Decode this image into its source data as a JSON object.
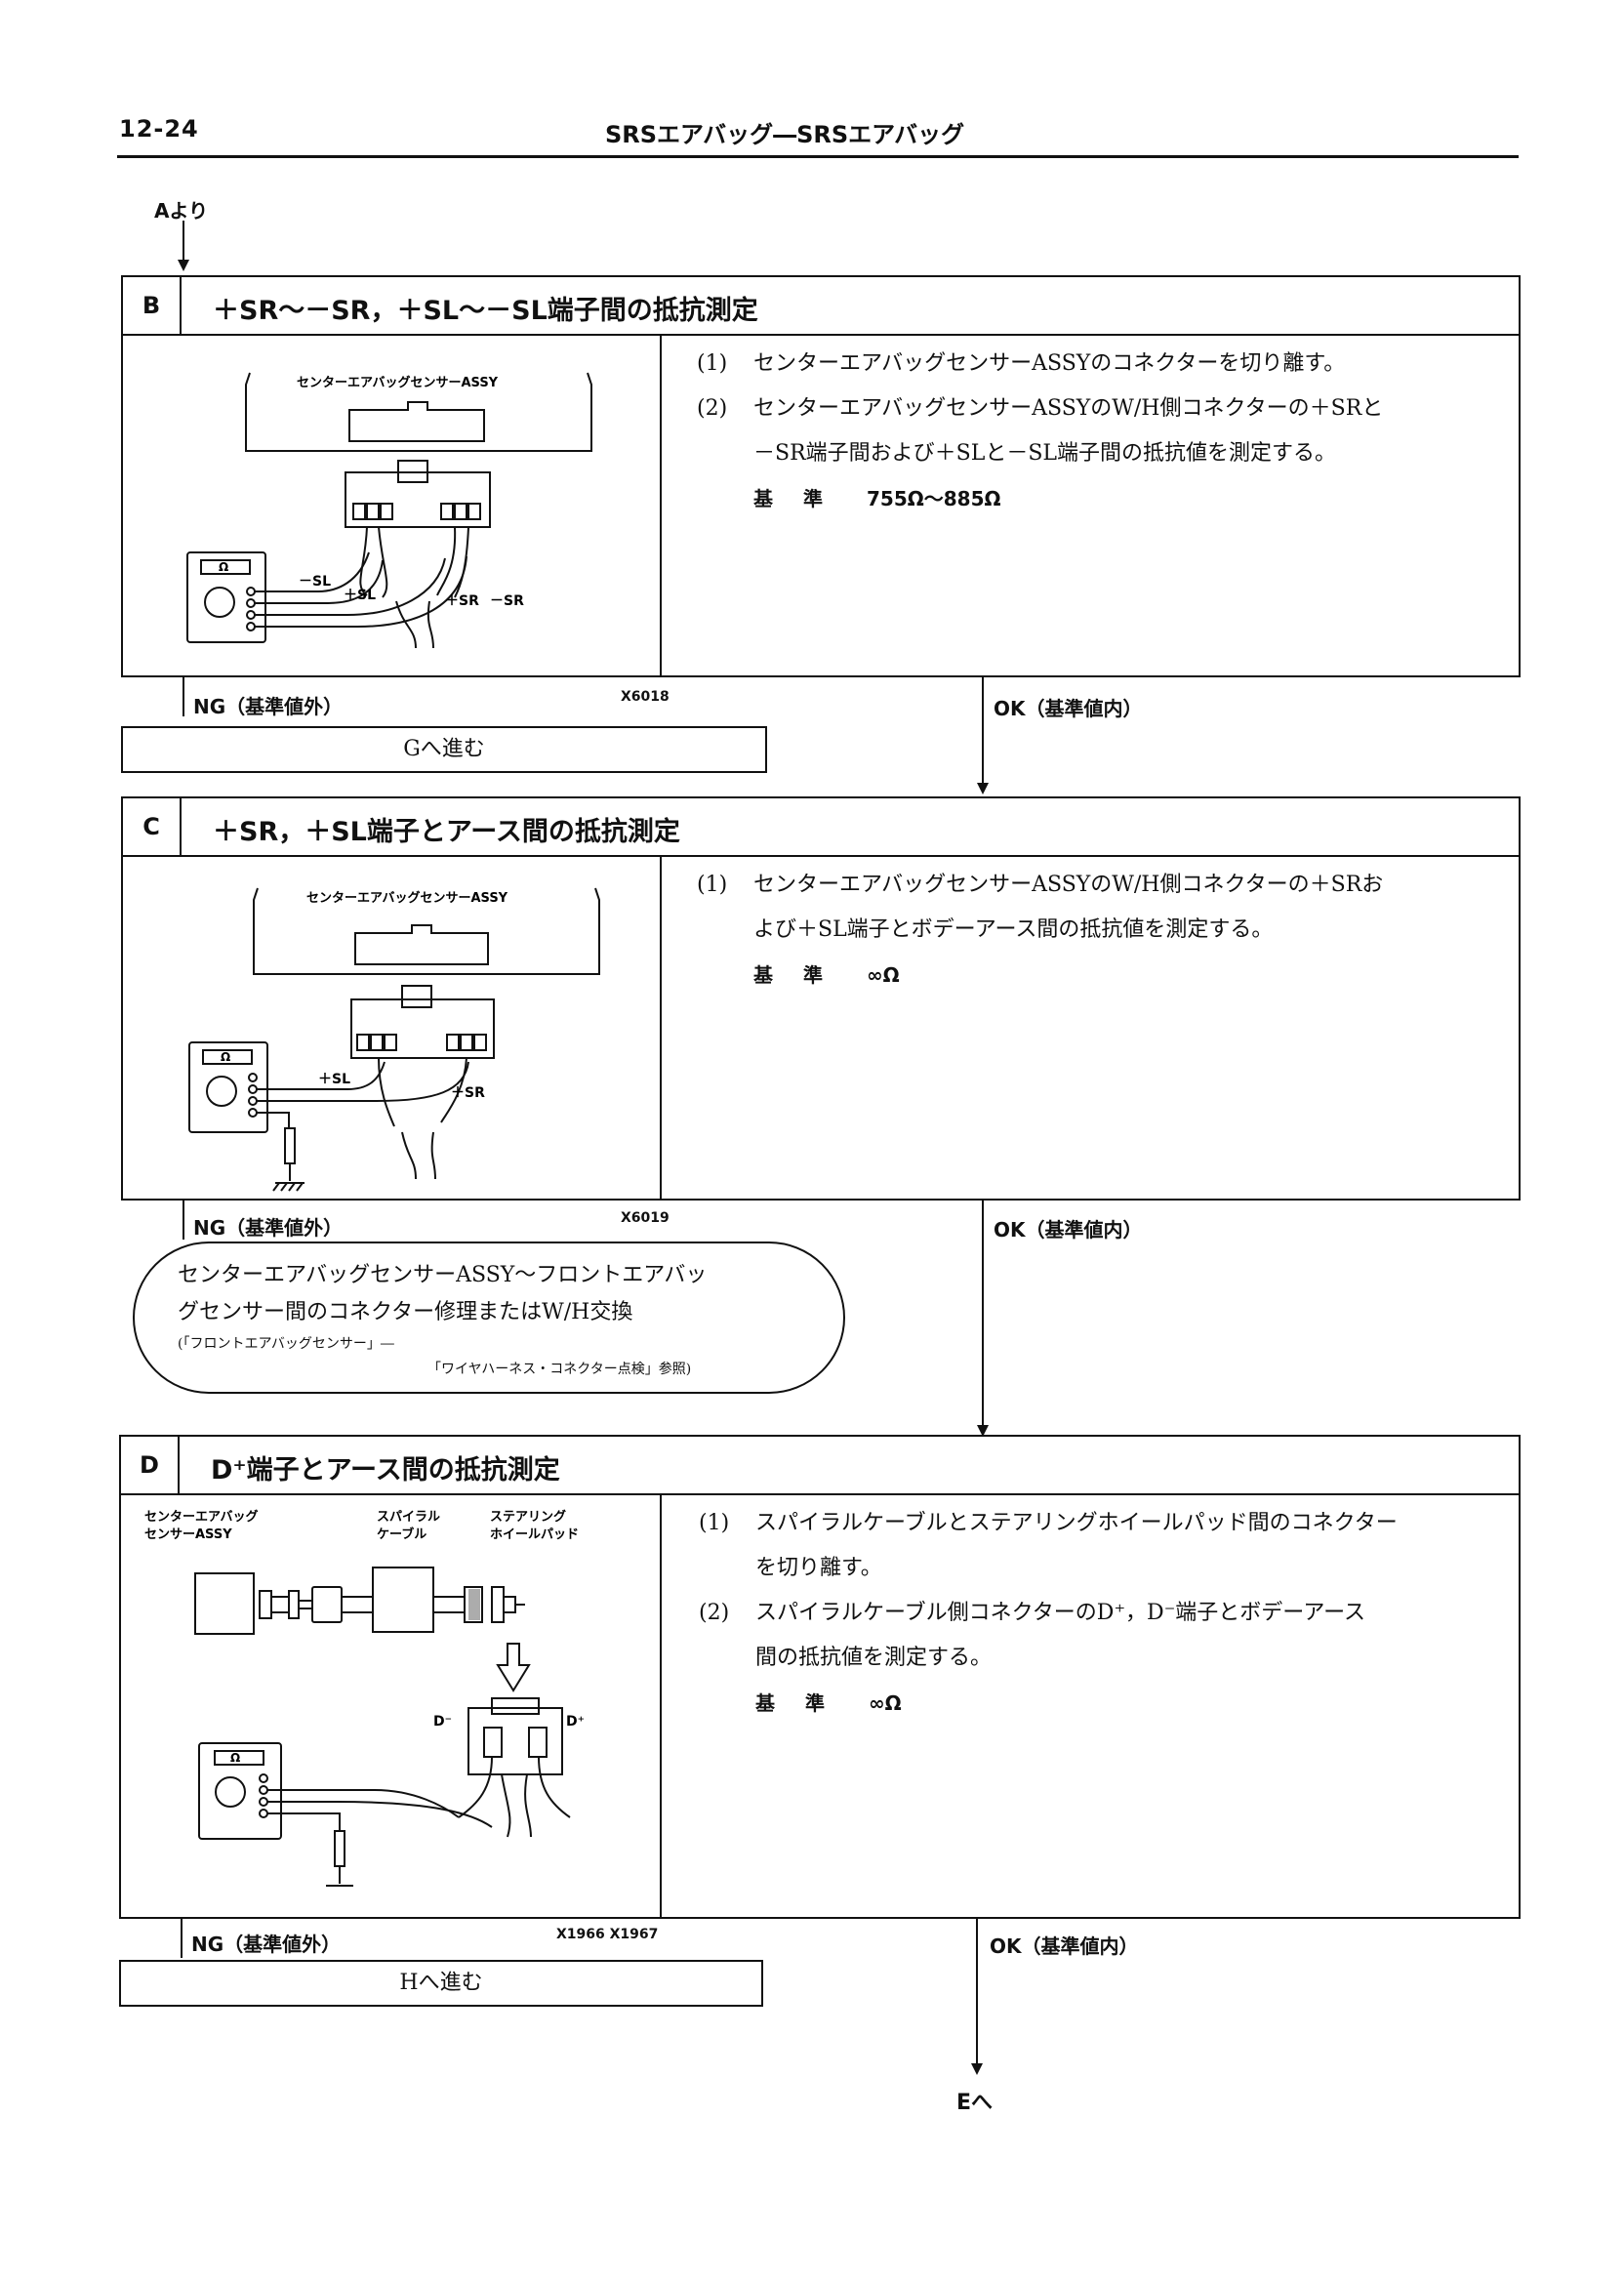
{
  "header": {
    "page_number": "12-24",
    "title": "SRSエアバッグ―SRSエアバッグ"
  },
  "from_label": "Aより",
  "steps": [
    {
      "letter": "B",
      "title": "＋SR～－SR，＋SL～－SL端子間の抵抗測定",
      "figure": {
        "unit_label": "センターエアバッグセンサーASSY",
        "ohm": "Ω",
        "t_minus_sl": "－SL",
        "t_plus_sl": "＋SL",
        "t_plus_sr": "＋SR",
        "t_minus_sr": "－SR"
      },
      "instructions": [
        {
          "num": "(1)",
          "lines": [
            "センターエアバッグセンサーASSYのコネクターを切り離す。"
          ]
        },
        {
          "num": "(2)",
          "lines": [
            "センターエアバッグセンサーASSYのW/H側コネクターの＋SRと",
            "－SR端子間および＋SLと－SL端子間の抵抗値を測定する。"
          ]
        }
      ],
      "standard_label": "基 準",
      "standard_value": "755Ω～885Ω",
      "figure_code": "X6018",
      "ng_label": "NG（基準値外）",
      "ok_label": "OK（基準値内）",
      "ng_action": "Gへ進む"
    },
    {
      "letter": "C",
      "title": "＋SR，＋SL端子とアース間の抵抗測定",
      "figure": {
        "unit_label": "センターエアバッグセンサーASSY",
        "ohm": "Ω",
        "t_plus_sl": "＋SL",
        "t_plus_sr": "＋SR"
      },
      "instructions": [
        {
          "num": "(1)",
          "lines": [
            "センターエアバッグセンサーASSYのW/H側コネクターの＋SRお",
            "よび＋SL端子とボデーアース間の抵抗値を測定する。"
          ]
        }
      ],
      "standard_label": "基 準",
      "standard_value": "∞Ω",
      "figure_code": "X6019",
      "ng_label": "NG（基準値外）",
      "ok_label": "OK（基準値内）",
      "ng_action_lines": [
        "センターエアバッグセンサーASSY～フロントエアバッ",
        "グセンサー間のコネクター修理またはW/H交換",
        "(「フロントエアバッグセンサー」―",
        "「ワイヤハーネス・コネクター点検」参照)"
      ]
    },
    {
      "letter": "D",
      "title": "D⁺端子とアース間の抵抗測定",
      "figure": {
        "label_sensor_1": "センターエアバッグ",
        "label_sensor_2": "センサーASSY",
        "label_spiral_1": "スパイラル",
        "label_spiral_2": "ケーブル",
        "label_pad_1": "ステアリング",
        "label_pad_2": "ホイールパッド",
        "ohm": "Ω",
        "t_dminus": "D⁻",
        "t_dplus": "D⁺"
      },
      "instructions": [
        {
          "num": "(1)",
          "lines": [
            "スパイラルケーブルとステアリングホイールパッド間のコネクター",
            "を切り離す。"
          ]
        },
        {
          "num": "(2)",
          "lines": [
            "スパイラルケーブル側コネクターのD⁺，D⁻端子とボデーアース",
            "間の抵抗値を測定する。"
          ]
        }
      ],
      "standard_label": "基 準",
      "standard_value": "∞Ω",
      "figure_code": "X1966  X1967",
      "ng_label": "NG（基準値外）",
      "ok_label": "OK（基準値内）",
      "ng_action": "Hへ進む"
    }
  ],
  "end_label": "Eへ"
}
